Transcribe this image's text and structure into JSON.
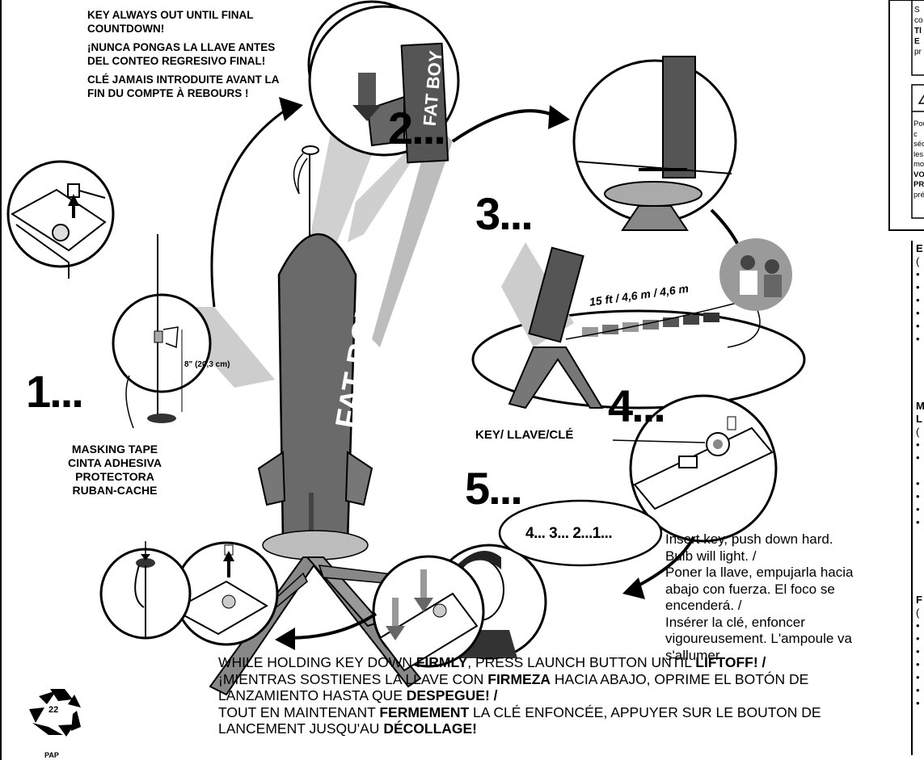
{
  "warning_key": [
    "KEY ALWAYS OUT UNTIL FINAL COUNTDOWN!",
    "¡NUNCA PONGAS LA LLAVE ANTES DEL CONTEO REGRESIVO FINAL!",
    "CLÉ JAMAIS INTRODUITE AVANT LA FIN DU COMPTE À REBOURS !"
  ],
  "steps": {
    "s1": "1...",
    "s2": "2...",
    "s3": "3...",
    "s4": "4...",
    "s5": "5..."
  },
  "tape_label": [
    "MASKING TAPE",
    "CINTA ADHESIVA",
    "PROTECTORA",
    "RUBAN-CACHE"
  ],
  "tape_measure": "8\" (20,3 cm)",
  "rocket_label": "FAT BOY",
  "distance_label": "15 ft / 4,6 m / 4,6 m",
  "key_label": "KEY/ LLAVE/CLÉ",
  "countdown": "4... 3... 2...1...",
  "insert_key": [
    "Insert key, push down hard.",
    "Bulb will light. /",
    "Poner la llave, empujarla hacia",
    "abajo con fuerza. El foco se",
    "encenderá. /",
    "Insérer la clé, enfoncer",
    "vigoureusement. L'ampoule va",
    "s'allumer."
  ],
  "launch_instructions": {
    "en_1": "WHILE HOLDING KEY DOWN ",
    "en_bold": "FIRMLY",
    "en_2": ", PRESS LAUNCH BUTTON UNTIL ",
    "en_bold2": "LIFTOFF! /",
    "es_1": "¡MIENTRAS SOSTIENES LA LLAVE CON ",
    "es_bold": "FIRMEZA",
    "es_2": " HACIA ABAJO, OPRIME EL BOTÓN DE LANZAMIENTO HASTA QUE ",
    "es_bold2": "DESPEGUE! /",
    "fr_1": "TOUT EN MAINTENANT ",
    "fr_bold": "FERMEMENT",
    "fr_2": " LA CLÉ ENFONCÉE, APPUYER SUR LE BOUTON DE LANCEMENT JUSQU'AU ",
    "fr_bold2": "DÉCOLLAGE!"
  },
  "recycle": {
    "number": "22",
    "label": "PAP"
  },
  "right_panel_top": [
    "S",
    "co",
    "Tl",
    "E",
    "pr"
  ],
  "right_panel_warn": [
    "Pour c",
    "sécuri",
    "les mo",
    "VOUS",
    "PRÉP",
    "prépa"
  ],
  "right_panel_lists": {
    "a": [
      "E",
      "("
    ],
    "b": [
      "M",
      "L",
      "("
    ],
    "c": [
      "F",
      "("
    ]
  }
}
